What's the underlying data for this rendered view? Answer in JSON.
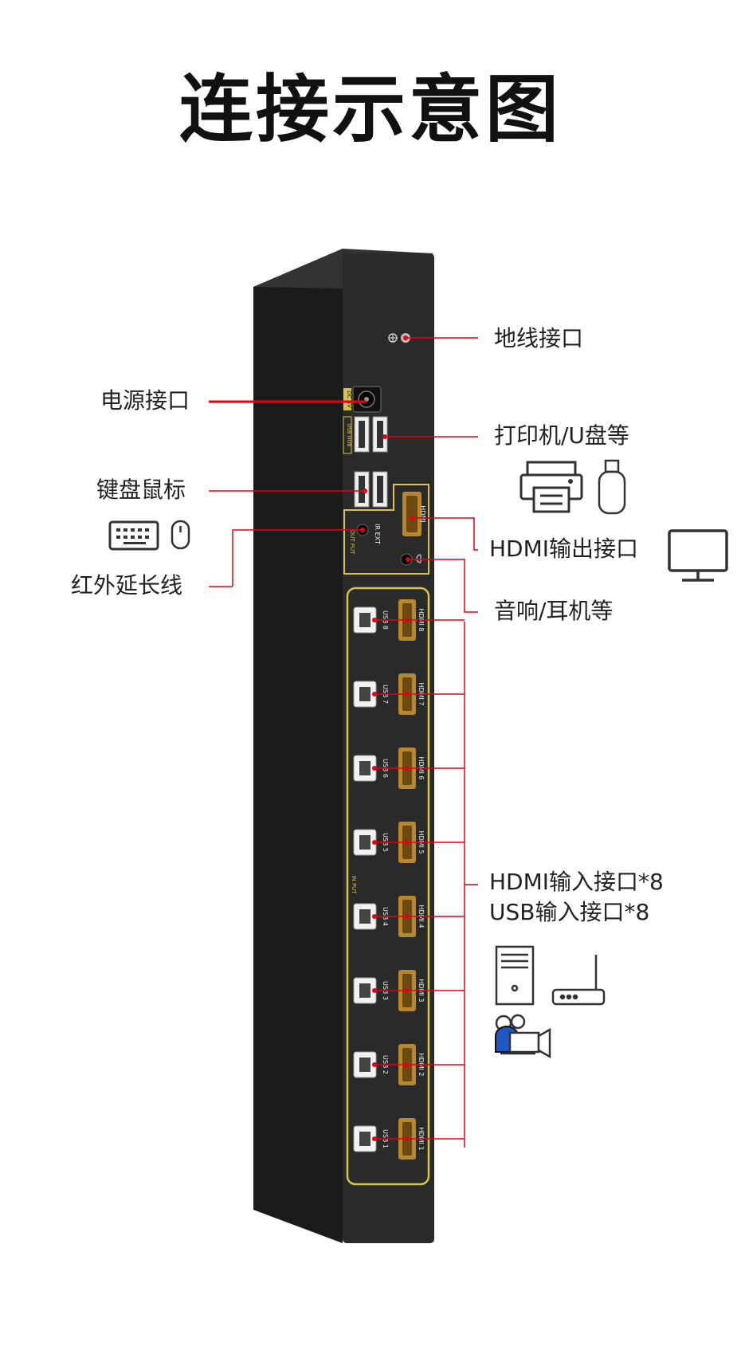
{
  "title": "连接示意图",
  "device": {
    "dc_label": "DC 5V",
    "usb_hub_label": "USB HUB",
    "hdmi_out_label": "HDMI",
    "ir_ext_label": "IR EXT",
    "output_label": "OUT PUT",
    "input_label": "IN PUT",
    "input_ports": [
      {
        "hdmi": "HDMI 8",
        "usb": "USB 8"
      },
      {
        "hdmi": "HDMI 7",
        "usb": "USB 7"
      },
      {
        "hdmi": "HDMI 6",
        "usb": "USB 6"
      },
      {
        "hdmi": "HDMI 5",
        "usb": "USB 5"
      },
      {
        "hdmi": "HDMI 4",
        "usb": "USB 4"
      },
      {
        "hdmi": "HDMI 3",
        "usb": "USB 3"
      },
      {
        "hdmi": "HDMI 2",
        "usb": "USB 2"
      },
      {
        "hdmi": "HDMI 1",
        "usb": "USB 1"
      }
    ]
  },
  "labels": {
    "ground": "地线接口",
    "power": "电源接口",
    "usb_hub": "打印机/U盘等",
    "keyboard_mouse": "键盘鼠标",
    "hdmi_out": "HDMI输出接口",
    "ir": "红外延长线",
    "audio": "音响/耳机等",
    "hdmi_in": "HDMI输入接口*8",
    "usb_in": "USB输入接口*8"
  },
  "colors": {
    "leader": "#e60012",
    "device_front": "#2a2a2a",
    "device_side": "#1b1b1b",
    "panel_border": "#d9c24a",
    "port_gold": "#b8862f"
  }
}
